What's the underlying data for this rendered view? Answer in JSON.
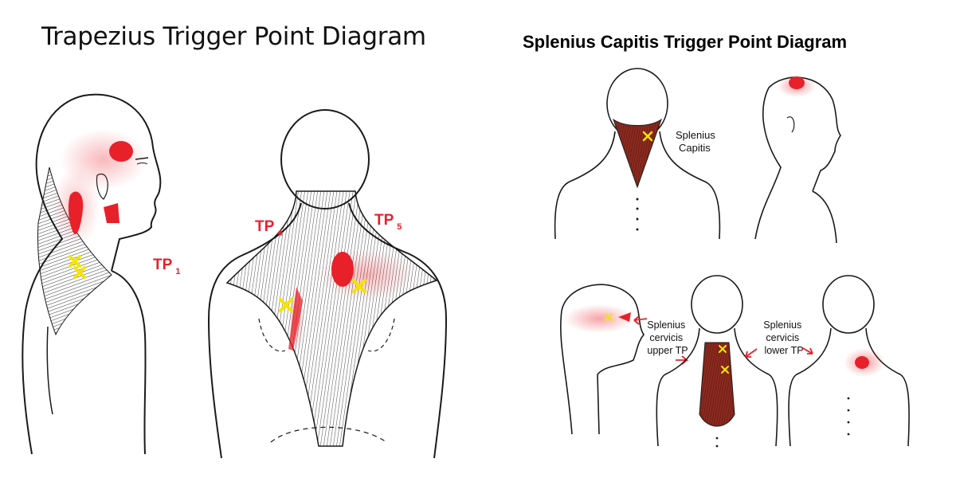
{
  "left_panel": {
    "title": "Trapezius Trigger Point Diagram",
    "labels": {
      "tp1": {
        "main": "TP",
        "sub": "1"
      },
      "tp4": {
        "main": "TP",
        "sub": "4"
      },
      "tp5": {
        "main": "TP",
        "sub": "5"
      }
    }
  },
  "right_panel": {
    "title": "Splenius Capitis Trigger Point Diagram",
    "labels": {
      "splenius_capitis": [
        "Splenius",
        "Capitis"
      ],
      "cervicis_upper": [
        "Splenius",
        "cervicis",
        "upper TP"
      ],
      "cervicis_lower": [
        "Splenius",
        "cervicis",
        "lower TP"
      ]
    }
  },
  "colors": {
    "referral_red": "#e8202a",
    "trigger_yellow": "#f5e400",
    "muscle_brown": "#8b2a1f",
    "outline": "#1a1a1a"
  }
}
